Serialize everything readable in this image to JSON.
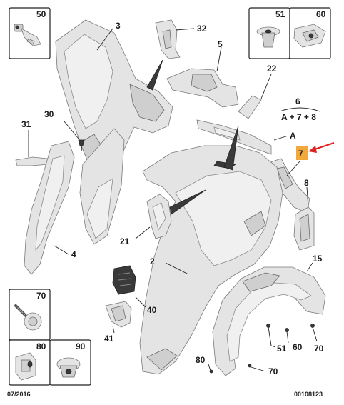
{
  "callouts": {
    "c50": "50",
    "c51_top": "51",
    "c60_top": "60",
    "c3": "3",
    "c32": "32",
    "c5": "5",
    "c22": "22",
    "c6": "6",
    "c6_formula": "A + 7 + 8",
    "c30": "30",
    "c31": "31",
    "cA": "A",
    "c7": "7",
    "c8": "8",
    "c21": "21",
    "c4": "4",
    "c2": "2",
    "c15": "15",
    "c40": "40",
    "c41": "41",
    "c70_box": "70",
    "c80_box": "80",
    "c90_box": "90",
    "c51_bottom": "51",
    "c60_bottom": "60",
    "c70_right": "70",
    "c80_bottom": "80",
    "c70_bottom": "70"
  },
  "footer": {
    "date": "07/2016",
    "reference": "00108123"
  },
  "colors": {
    "highlight": "#f2a93b",
    "arrow": "#e02020"
  }
}
